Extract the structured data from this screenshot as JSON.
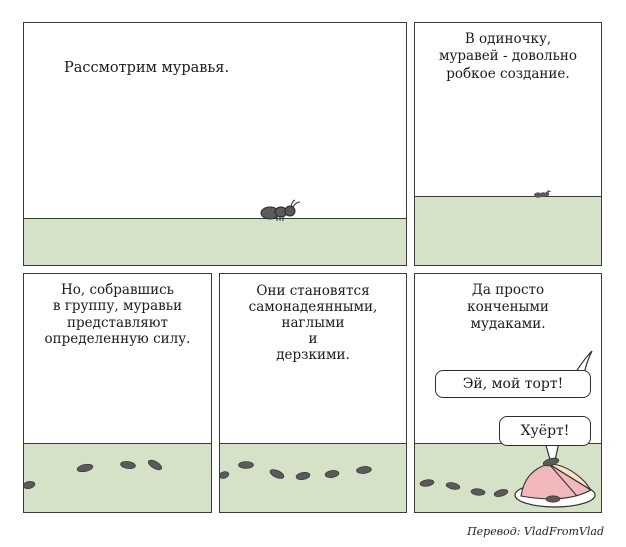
{
  "comic": {
    "panels": [
      {
        "id": 1,
        "caption": "Рассмотрим муравья."
      },
      {
        "id": 2,
        "caption": "В одиночку,\nмуравей - довольно\nробкое создание."
      },
      {
        "id": 3,
        "caption": "Но, собравшись\nв группу, муравьи\nпредставляют\nопределенную силу."
      },
      {
        "id": 4,
        "caption": "Они становятся\nсамонадеянными,\nнаглыми\nи\nдерзкими."
      },
      {
        "id": 5,
        "caption": "Да просто\nкончеными\nмудаками.",
        "speech": [
          {
            "speaker": "off-panel-human",
            "text": "Эй, мой торт!"
          },
          {
            "speaker": "ant",
            "text": "Хуёрт!"
          }
        ]
      }
    ],
    "credit": "Перевод: VladFromVlad"
  },
  "colors": {
    "ground": "#d6e2c8",
    "border": "#3a3a3a",
    "ant": "#5a5a5a",
    "cake_pink": "#f2b8bc",
    "cake_cream": "#f6e2c4",
    "plate": "#ffffff"
  }
}
